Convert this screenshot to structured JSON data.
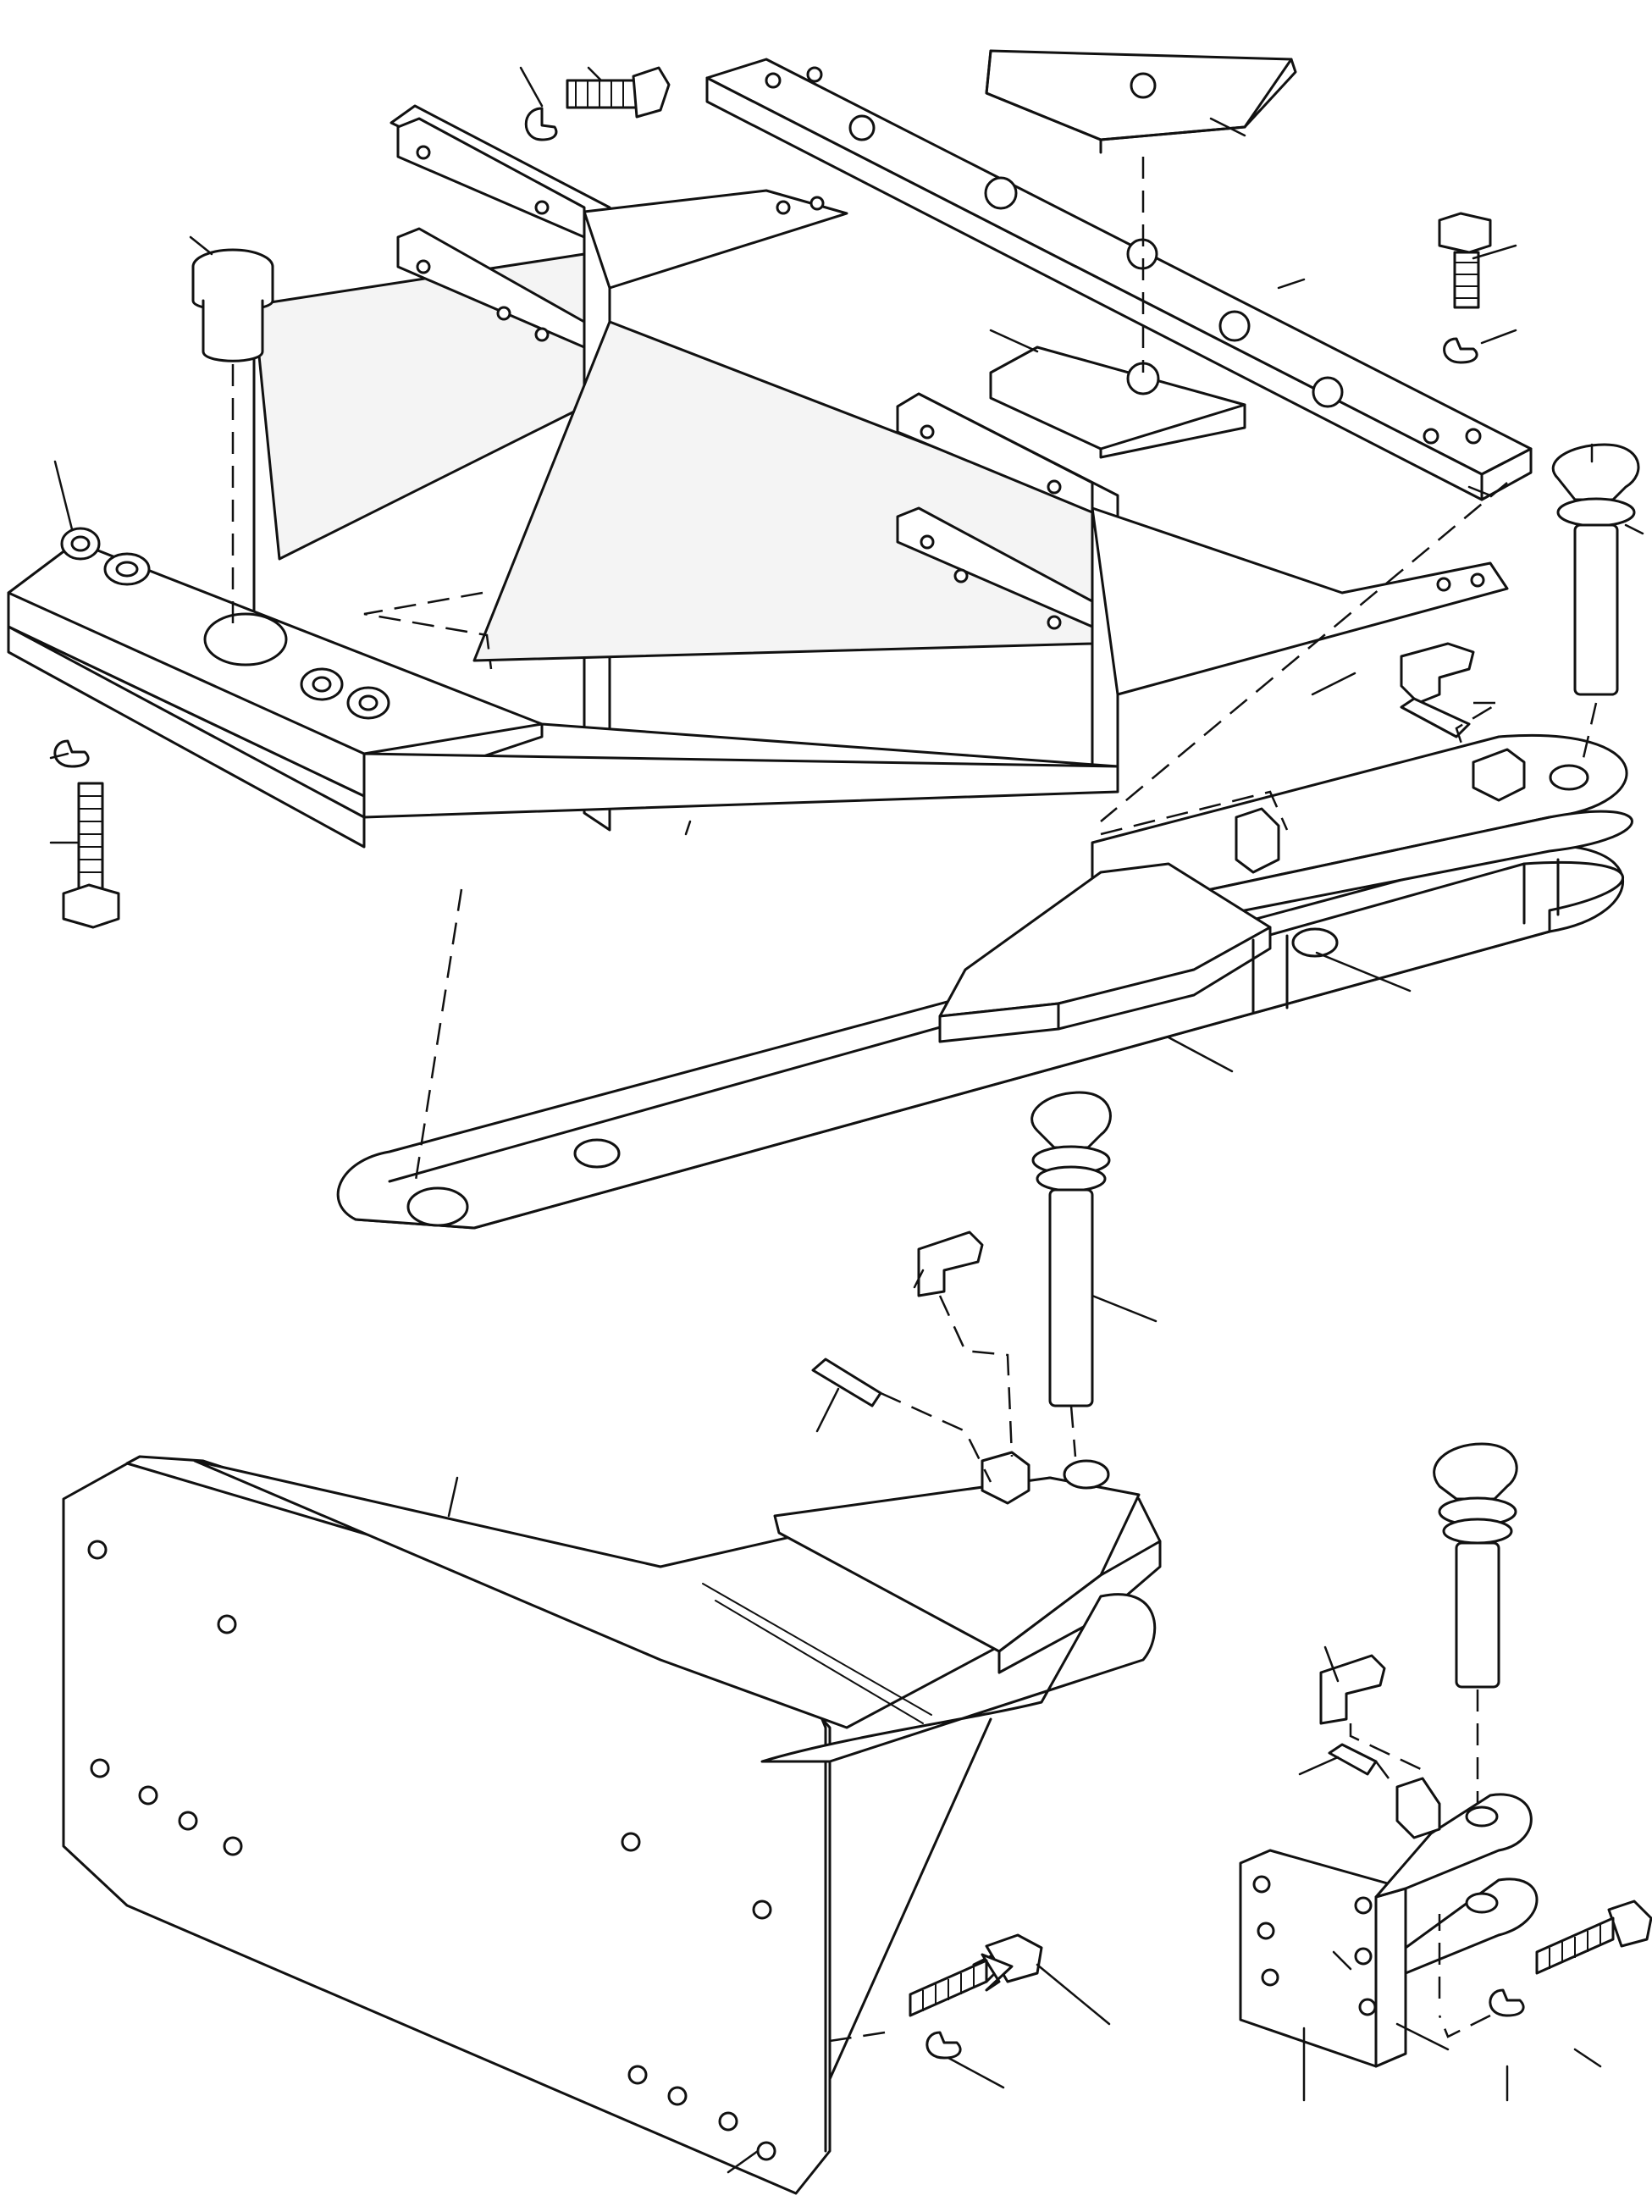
{
  "diagram": {
    "kind": "exploded-parts-view",
    "parts": [
      {
        "id": "top-frame",
        "icon": "a-frame-drawbar-support"
      },
      {
        "id": "hanger-bar",
        "icon": "flat-bar-with-holes"
      },
      {
        "id": "spacer-channel-top",
        "icon": "channel-plate"
      },
      {
        "id": "spacer-channel-lower",
        "icon": "channel-plate"
      },
      {
        "id": "swinging-drawbar",
        "icon": "drawbar"
      },
      {
        "id": "rear-mount-bracket",
        "icon": "mounting-bracket"
      },
      {
        "id": "clevis-hitch",
        "icon": "clevis"
      },
      {
        "id": "hitch-pin",
        "icon": "pin",
        "count": 3
      },
      {
        "id": "lynch-clip",
        "icon": "retaining-clip",
        "count": 5
      },
      {
        "id": "roll-pin",
        "icon": "roll-pin",
        "count": 3
      },
      {
        "id": "bolt",
        "icon": "hex-bolt",
        "count": 5
      },
      {
        "id": "lock-washer",
        "icon": "split-washer",
        "count": 5
      },
      {
        "id": "bushing",
        "icon": "bushing",
        "count": 4
      },
      {
        "id": "cap-plug",
        "icon": "plug"
      }
    ]
  }
}
